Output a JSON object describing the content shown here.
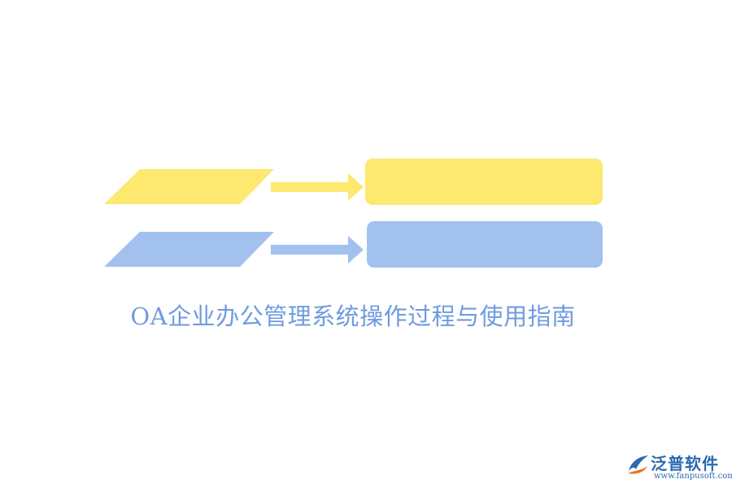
{
  "title": "OA企业办公管理系统操作过程与使用指南",
  "colors": {
    "yellow": "#fde870",
    "blue": "#a2c1ef",
    "title": "#6f9be0",
    "logo": "#2b6ab0"
  },
  "logo": {
    "name": "泛普软件",
    "url": "www.fanpusoft.com",
    "icon": "leaf-swoosh-icon"
  }
}
